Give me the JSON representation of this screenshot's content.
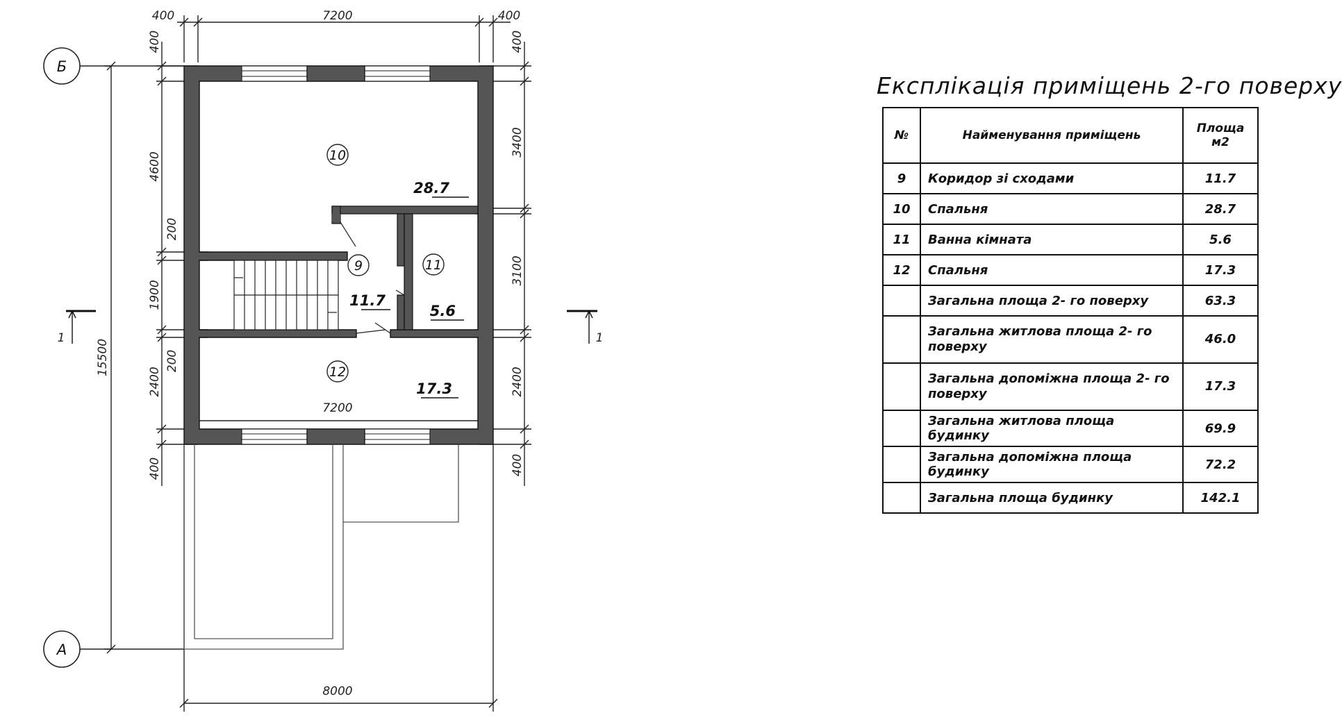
{
  "plan": {
    "axes": {
      "top": "Б",
      "bottom": "А"
    },
    "section_mark": "1",
    "dims": {
      "top_left": "400",
      "top_mid": "7200",
      "top_right": "400",
      "left_400_top": "400",
      "left_4600": "4600",
      "left_200_a": "200",
      "left_1900": "1900",
      "left_200_b": "200",
      "left_2400": "2400",
      "left_400_bottom": "400",
      "overall_15500": "15500",
      "right_400_top": "400",
      "right_3400": "3400",
      "right_3100": "3100",
      "right_2400": "2400",
      "right_400_bottom": "400",
      "inner_7200": "7200",
      "bottom_8000": "8000"
    },
    "rooms": [
      {
        "num": "10",
        "area": "28.7"
      },
      {
        "num": "9",
        "area": "11.7"
      },
      {
        "num": "11",
        "area": "5.6"
      },
      {
        "num": "12",
        "area": "17.3"
      }
    ]
  },
  "explication": {
    "title": "Експлікація приміщень 2-го поверху",
    "headers": {
      "num": "№",
      "name": "Найменування приміщень",
      "area": "Площа м2"
    },
    "rows": [
      {
        "num": "9",
        "name": "Коридор зі сходами",
        "area": "11.7"
      },
      {
        "num": "10",
        "name": "Спальня",
        "area": "28.7"
      },
      {
        "num": "11",
        "name": "Ванна кімната",
        "area": "5.6"
      },
      {
        "num": "12",
        "name": "Спальня",
        "area": "17.3"
      },
      {
        "num": "",
        "name": "Загальна площа  2- го поверху",
        "area": "63.3"
      },
      {
        "num": "",
        "name": "Загальна житлова площа  2- го поверху",
        "area": "46.0"
      },
      {
        "num": "",
        "name": "Загальна допоміжна площа  2- го поверху",
        "area": "17.3"
      },
      {
        "num": "",
        "name": "Загальна житлова площа будинку",
        "area": "69.9"
      },
      {
        "num": "",
        "name": "Загальна допоміжна площа будинку",
        "area": "72.2"
      },
      {
        "num": "",
        "name": "Загальна площа будинку",
        "area": "142.1"
      }
    ]
  }
}
